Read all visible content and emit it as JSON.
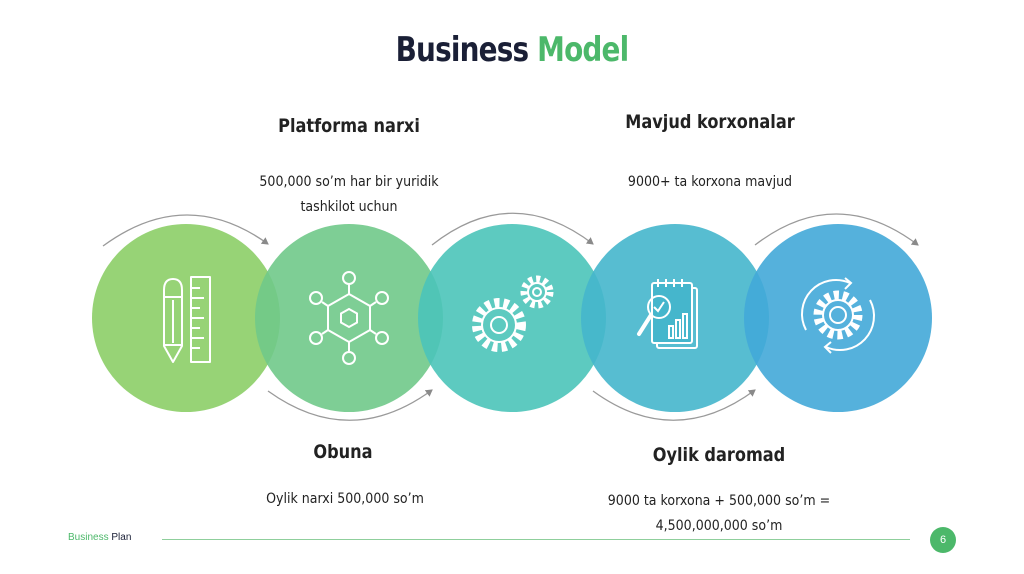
{
  "title": {
    "word1": "Business",
    "word2": "Model"
  },
  "blocks": {
    "platforma": {
      "heading": "Platforma narxi",
      "line1": "500,000 so’m har bir yuridik",
      "line2": "tashkilot uchun"
    },
    "mavjud": {
      "heading": "Mavjud korxonalar",
      "line1": "9000+ ta korxona mavjud"
    },
    "obuna": {
      "heading": "Obuna",
      "line1": "Oylik narxi 500,000 so’m"
    },
    "oylik": {
      "heading": "Oylik daromad",
      "line1": "9000 ta korxona + 500,000 so’m =",
      "line2": "4,500,000,000 so’m"
    }
  },
  "circles": [
    {
      "color": "#8ecf6a",
      "icon": "pencil-ruler-icon"
    },
    {
      "color": "#70c98a",
      "icon": "network-hexagon-icon"
    },
    {
      "color": "#4bc4b9",
      "icon": "gears-icon"
    },
    {
      "color": "#45b6cc",
      "icon": "report-analysis-icon"
    },
    {
      "color": "#42a8d8",
      "icon": "gear-cycle-icon"
    }
  ],
  "footer": {
    "brand1": "Business",
    "brand2": "Plan",
    "page": "6"
  }
}
